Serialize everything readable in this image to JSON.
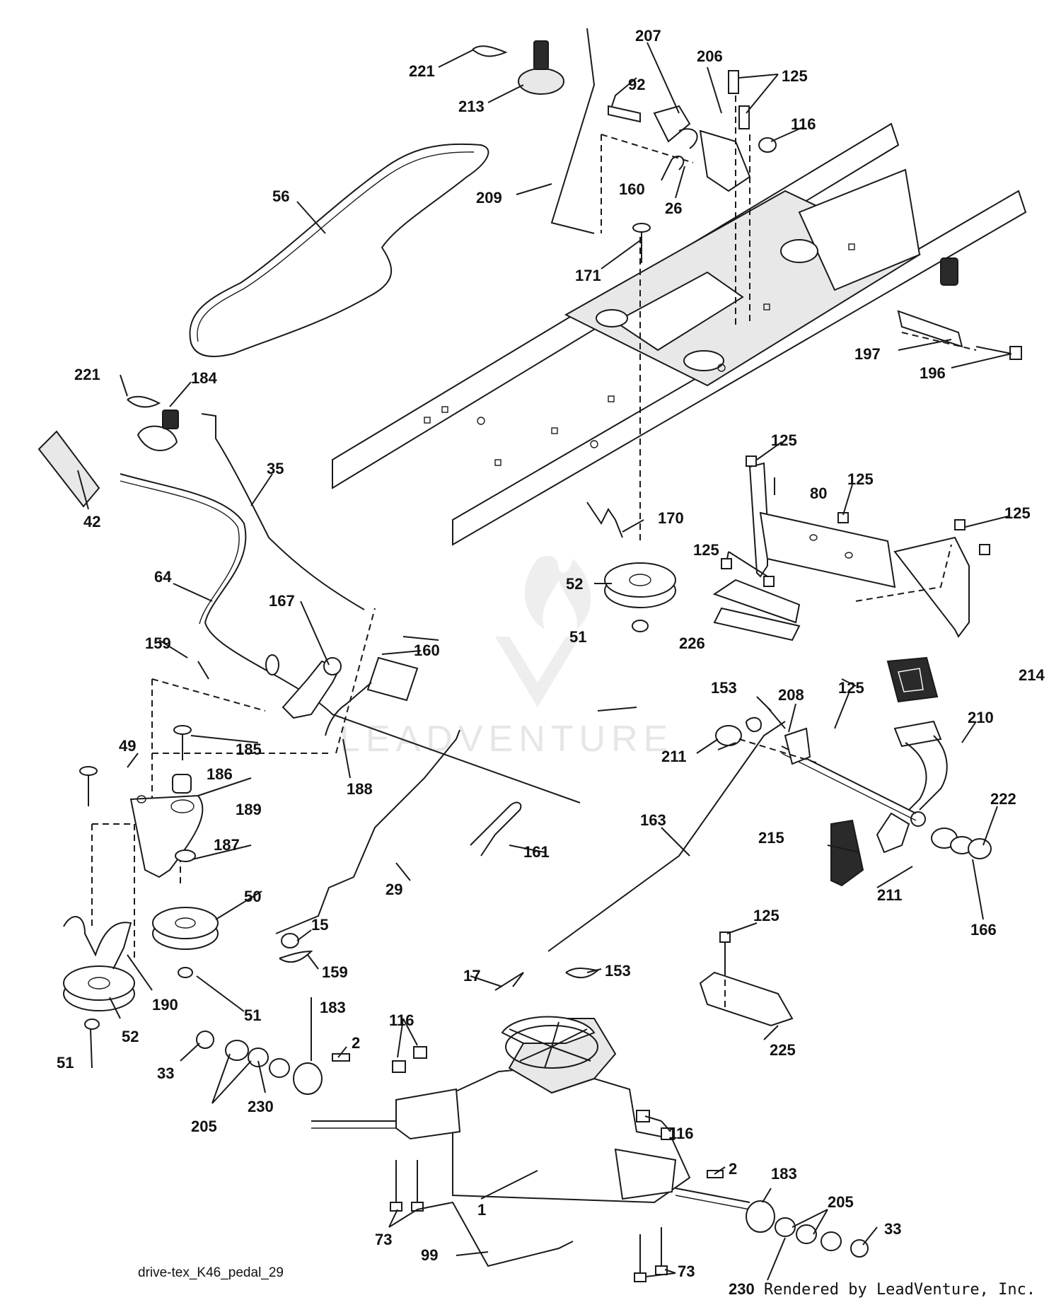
{
  "diagram": {
    "caption": "drive-tex_K46_pedal_29",
    "credit": "Rendered by LeadVenture, Inc.",
    "watermark": "LEADVENTURE",
    "callouts": [
      "221",
      "213",
      "92",
      "207",
      "206",
      "125",
      "116",
      "160",
      "26",
      "56",
      "209",
      "171",
      "197",
      "196",
      "221",
      "184",
      "35",
      "42",
      "125",
      "80",
      "125",
      "125",
      "125",
      "170",
      "52",
      "64",
      "167",
      "160",
      "159",
      "51",
      "226",
      "214",
      "153",
      "208",
      "125",
      "211",
      "210",
      "49",
      "185",
      "188",
      "186",
      "189",
      "161",
      "163",
      "222",
      "215",
      "187",
      "50",
      "29",
      "211",
      "166",
      "15",
      "125",
      "159",
      "190",
      "51",
      "52",
      "17",
      "153",
      "183",
      "2",
      "116",
      "225",
      "51",
      "33",
      "230",
      "205",
      "116",
      "1",
      "2",
      "183",
      "205",
      "73",
      "33",
      "99",
      "73",
      "230"
    ]
  }
}
